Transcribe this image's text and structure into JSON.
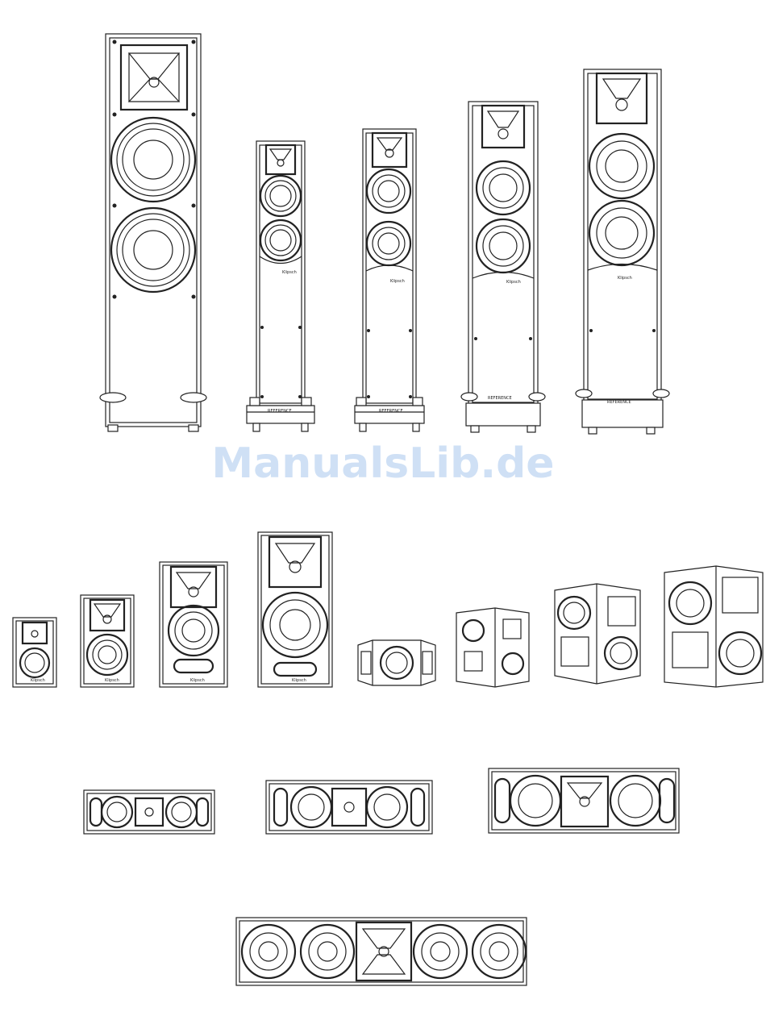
{
  "watermark": {
    "text": "ManualsLib.de"
  },
  "cabinet_badge": "Klipsch",
  "plinth_text": "REFERENCE",
  "figure": {
    "rows": [
      {
        "group": "floorstanding-speakers",
        "count": 5
      },
      {
        "group": "bookshelf-and-surround-speakers",
        "count": 8
      },
      {
        "group": "center-channel-speakers",
        "count": 3
      },
      {
        "group": "large-center-channel-speaker",
        "count": 1
      }
    ]
  }
}
